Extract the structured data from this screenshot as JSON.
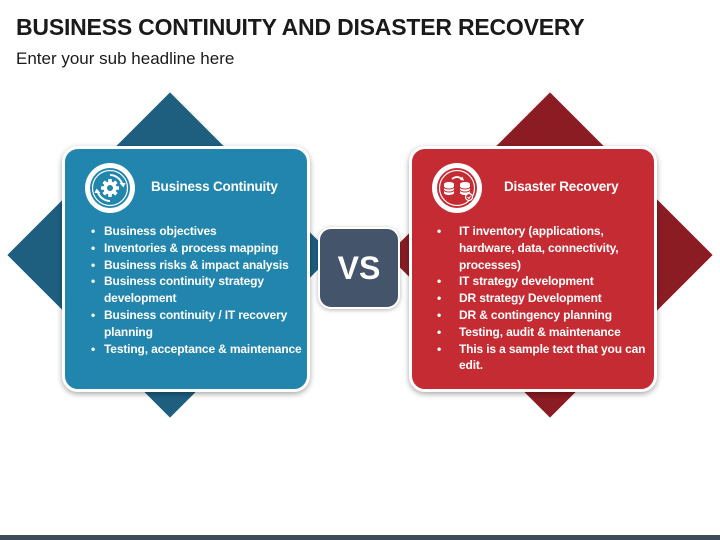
{
  "title": "BUSINESS CONTINUITY AND DISASTER RECOVERY",
  "subtitle": "Enter your sub headline here",
  "colors": {
    "blue_diamond": "#1e5f80",
    "blue_card": "#2185ad",
    "red_diamond": "#8c1c24",
    "red_card": "#c52b32",
    "vs_box": "#44546a"
  },
  "left": {
    "title": "Business Continuity",
    "icon": "gear-cycle-icon",
    "items": [
      "Business objectives",
      "Inventories & process mapping",
      "Business risks & impact analysis",
      "Business continuity strategy development",
      "Business continuity / IT recovery planning",
      "Testing, acceptance & maintenance"
    ]
  },
  "right": {
    "title": "Disaster Recovery",
    "icon": "database-recovery-icon",
    "items": [
      "IT inventory (applications, hardware, data, connectivity, processes)",
      "IT strategy development",
      "DR strategy Development",
      "DR & contingency planning",
      "Testing, audit & maintenance",
      "This is a sample text that you can edit."
    ]
  },
  "vs_label": "VS"
}
